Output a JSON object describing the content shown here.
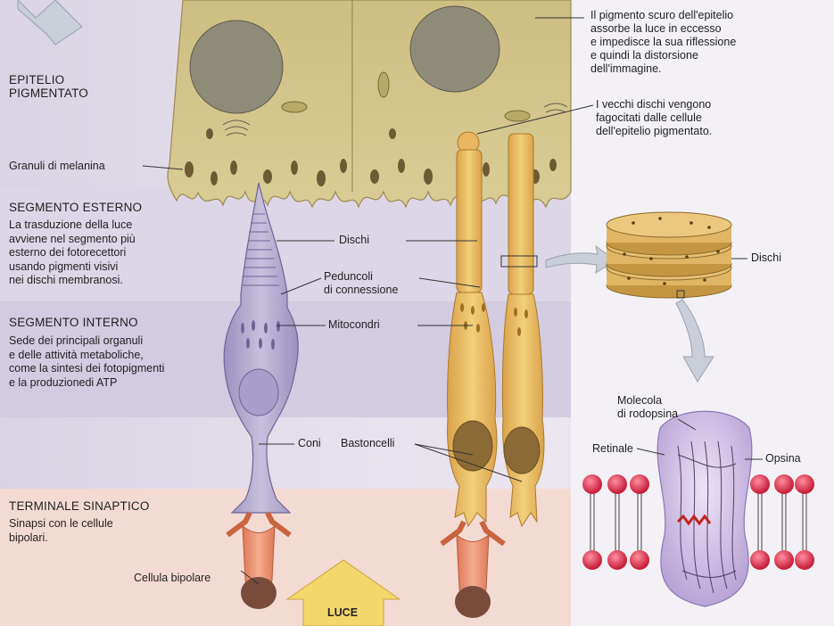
{
  "colors": {
    "epithelium": "#d6c98e",
    "epithelium_dark": "#b9a867",
    "nucleus": "#8c8775",
    "cone": "#b7aed0",
    "cone_dark": "#7e73a4",
    "rod": "#e6b85c",
    "rod_dark": "#b88a2e",
    "bipolar": "#e8896a",
    "band_outer": "#d9d3e3",
    "band_inner": "#cfc7dc",
    "band_terminal": "#f1d6d0",
    "lipid_head": "#d8314a",
    "rhodopsin": "#d9c9ea",
    "arrow": "#c6ccd6",
    "luce_arrow": "#f4d76b"
  },
  "icons": [
    "light-arrow-icon",
    "zoom-arrow-icon",
    "down-arrow-icon"
  ],
  "labels": {
    "epitelio": [
      "EPITELIO",
      "PIGMENTATO"
    ],
    "granuli": "Granuli di melanina",
    "seg_esterno_title": "SEGMENTO ESTERNO",
    "seg_esterno_desc": [
      "La trasduzione della luce",
      "avviene nel segmento più",
      "esterno dei fotorecettori",
      "usando pigmenti visivi",
      "nei dischi membranosi."
    ],
    "seg_interno_title": "SEGMENTO INTERNO",
    "seg_interno_desc": [
      "Sede dei principali organuli",
      "e delle attività metaboliche,",
      "come la sintesi dei fotopigmenti",
      "e la produzionedi ATP"
    ],
    "terminale_title": "TERMINALE SINAPTICO",
    "terminale_desc": [
      "Sinapsi con le cellule",
      "bipolari."
    ],
    "cellula_bipolare": "Cellula bipolare",
    "pigmento": [
      "Il pigmento scuro dell'epitelio",
      "assorbe la luce in eccesso",
      "e impedisce la sua riflessione",
      "e quindi la distorsione",
      "dell'immagine."
    ],
    "vecchi_dischi": [
      "I vecchi dischi vengono",
      "fagocitati dalle cellule",
      "dell'epitelio pigmentato."
    ],
    "dischi": "Dischi",
    "dischi_right": "Dischi",
    "peduncoli": [
      "Peduncoli",
      "di connessione"
    ],
    "mitocondri": "Mitocondri",
    "coni": "Coni",
    "bastoncelli": "Bastoncelli",
    "molecola": [
      "Molecola",
      "di rodopsina"
    ],
    "retinale": "Retinale",
    "opsina": "Opsina",
    "luce": "LUCE"
  }
}
